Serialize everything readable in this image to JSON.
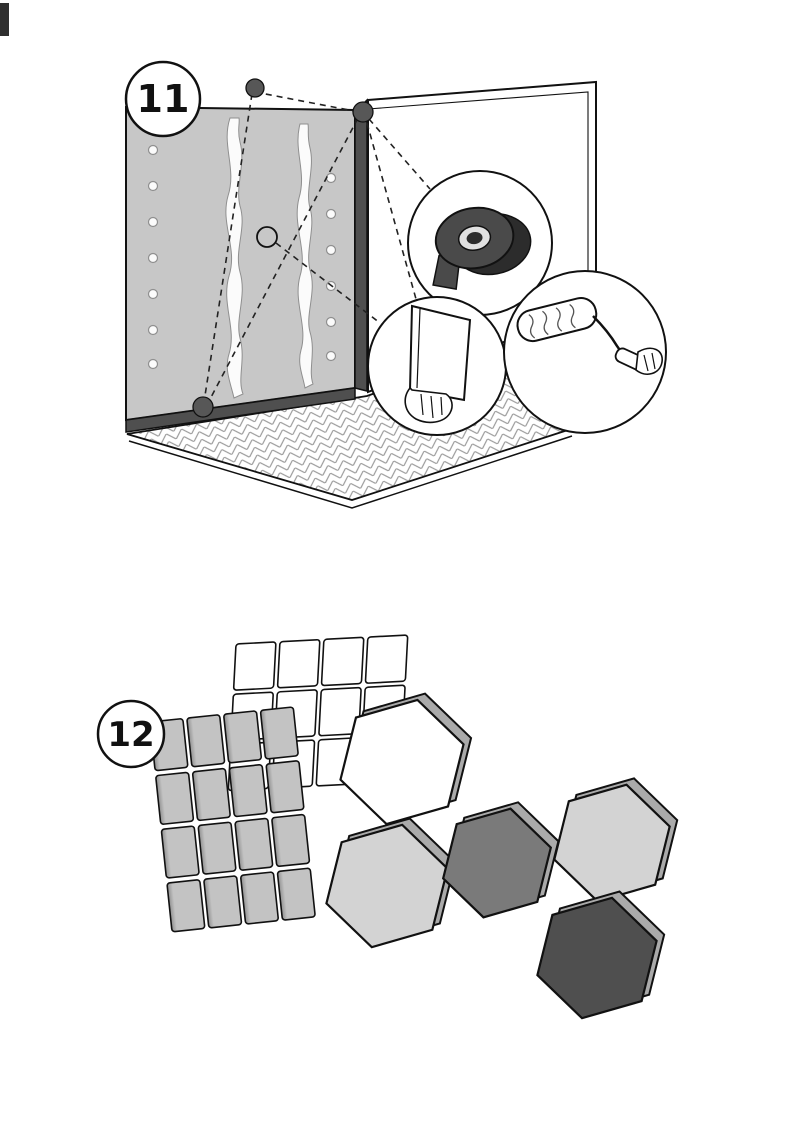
{
  "document": {
    "kind": "assembly-instruction-sheet",
    "background": "#ffffff"
  },
  "step11": {
    "number": "11",
    "callout_icons": [
      "tape-roll-icon",
      "adhesive-spreader-icon",
      "paint-roller-icon"
    ]
  },
  "step12": {
    "number": "12"
  },
  "colors": {
    "panel_gray": "#c7c7c7",
    "trim_dark": "#4f4f4f",
    "blob_dark": "#575757",
    "glue_white": "#fbfbfb",
    "floor_line": "#9a9a9a",
    "tape_front": "#4a4a4a",
    "tape_back": "#2c2c2c",
    "tape_core": "#e0e0e0",
    "tile_gray": "#c3c3c3",
    "tile_shade": "#8f8f8f",
    "hex_white": "#ffffff",
    "hex_light": "#d3d3d3",
    "hex_mid": "#7a7a7a",
    "hex_dark": "#4f4f4f",
    "hex_edge": "#aaaaaa",
    "corner_mark": "#2f2f2f"
  }
}
